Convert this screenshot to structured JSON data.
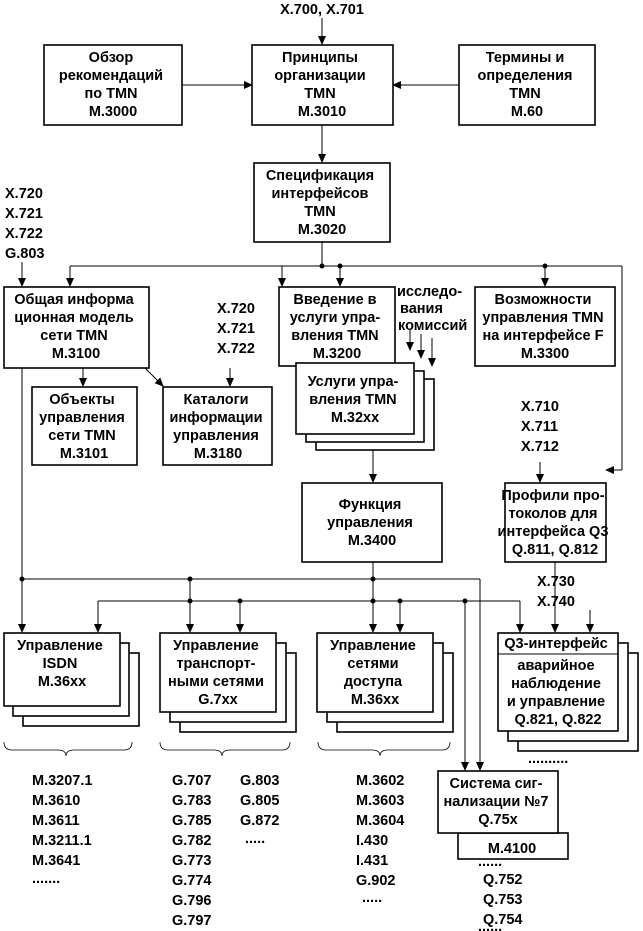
{
  "top_refs": "X.700, X.701",
  "boxes": {
    "overview": [
      "Обзор",
      "рекомендаций",
      "по TMN",
      "M.3000"
    ],
    "principles": [
      "Принципы",
      "организации",
      "TMN",
      "M.3010"
    ],
    "terms": [
      "Термины и",
      "определения",
      "TMN",
      "M.60"
    ],
    "interfaces_spec": [
      "Спецификация",
      "интерфейсов",
      "TMN",
      "M.3020"
    ],
    "info_model": [
      "Общая информа",
      "ционная модель",
      "сети TMN",
      "M.3100"
    ],
    "intro_services": [
      "Введение в",
      "услуги упра-",
      "вления TMN",
      "M.3200"
    ],
    "f_interface": [
      "Возможности",
      "управления TMN",
      "на интерфейсе F",
      "M.3300"
    ],
    "mgmt_objects": [
      "Объекты",
      "управления",
      "сети TMN",
      "M.3101"
    ],
    "catalogs": [
      "Каталоги",
      "информации",
      "управления",
      "M.3180"
    ],
    "services": [
      "Услуги упра-",
      "вления TMN",
      "M.32xx"
    ],
    "mgmt_function": [
      "Функция",
      "управления",
      "M.3400"
    ],
    "q3_profiles": [
      "Профили про-",
      "токолов для",
      "интерфейса Q3",
      "Q.811, Q.812"
    ],
    "isdn": [
      "Управление",
      "ISDN",
      "M.36xx"
    ],
    "transport": [
      "Управление",
      "транспорт-",
      "ными сетями",
      "G.7xx"
    ],
    "access": [
      "Управление",
      "сетями",
      "доступа",
      "M.36xx"
    ],
    "q3_interface": [
      "Q3-интерфейс",
      "аварийное",
      "наблюдение",
      "и управление",
      "Q.821, Q.822"
    ],
    "signaling": [
      "Система сиг-",
      "нализации №7",
      "Q.75x"
    ],
    "signaling_sub": "M.4100"
  },
  "refs": {
    "left": [
      "X.720",
      "X.721",
      "X.722",
      "G.803"
    ],
    "catalog": [
      "X.720",
      "X.721",
      "X.722"
    ],
    "studies": [
      "исследо-",
      "вания",
      "комиссий"
    ],
    "q3_profiles": [
      "X.710",
      "X.711",
      "X.712"
    ],
    "q3_interface": [
      "X.730",
      "X.740"
    ]
  },
  "lists": {
    "isdn": [
      "M.3207.1",
      "M.3610",
      "M.3611",
      "M.3211.1",
      "M.3641",
      "......."
    ],
    "transport_a": [
      "G.707",
      "G.783",
      "G.785",
      "G.782",
      "G.773",
      "G.774",
      "G.796",
      "G.797"
    ],
    "transport_b": [
      "G.803",
      "G.805",
      "G.872",
      "....."
    ],
    "access": [
      "M.3602",
      "M.3603",
      "M.3604",
      "I.430",
      "I.431",
      "G.902",
      "....."
    ],
    "signaling": [
      "Q.752",
      "Q.753",
      "Q.754",
      "......"
    ],
    "q3_dots": "..........",
    "signaling_dots": "......"
  }
}
